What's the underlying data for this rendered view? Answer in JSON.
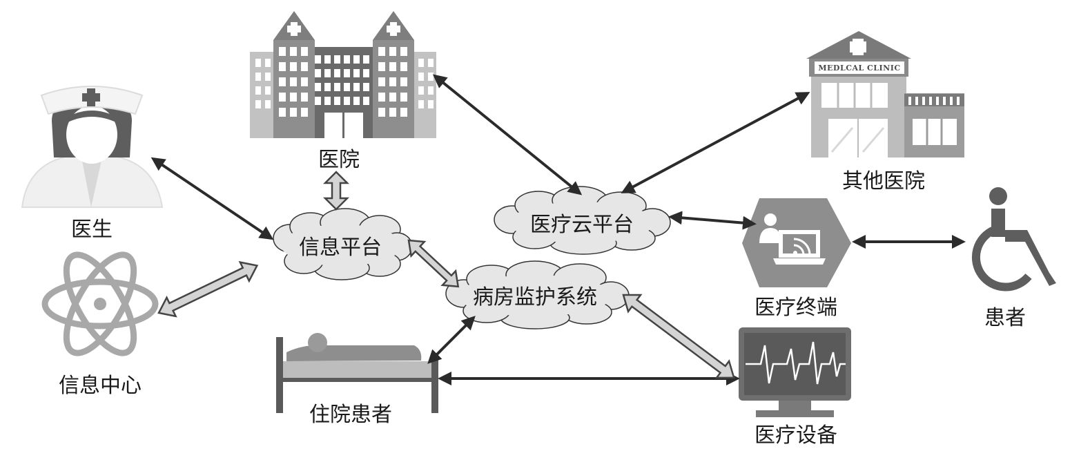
{
  "labels": {
    "doctor": "医生",
    "hospital": "医院",
    "other_hospital": "其他医院",
    "info_center": "信息中心",
    "inpatient": "住院患者",
    "medical_device": "医疗设备",
    "medical_terminal": "医疗终端",
    "patient": "患者"
  },
  "clouds": {
    "info_platform": "信息平台",
    "medical_cloud": "医疗云平台",
    "ward_monitoring": "病房监护系统"
  },
  "clinic_sign": "MEDLCAL CLINIC",
  "icons": {
    "doctor": "nurse-icon",
    "hospital": "hospital-building-icon",
    "other_hospital": "clinic-building-icon",
    "info_center": "atom-icon",
    "inpatient": "hospital-bed-icon",
    "medical_device": "heart-monitor-icon",
    "medical_terminal": "laptop-wifi-icon",
    "patient": "wheelchair-icon"
  },
  "colors": {
    "icon_dark": "#5a5a5a",
    "icon_mid": "#8c8c8c",
    "icon_light": "#b8b8b8",
    "cloud_fill": "#e8e8e8",
    "arrow": "#2b2b2b"
  }
}
